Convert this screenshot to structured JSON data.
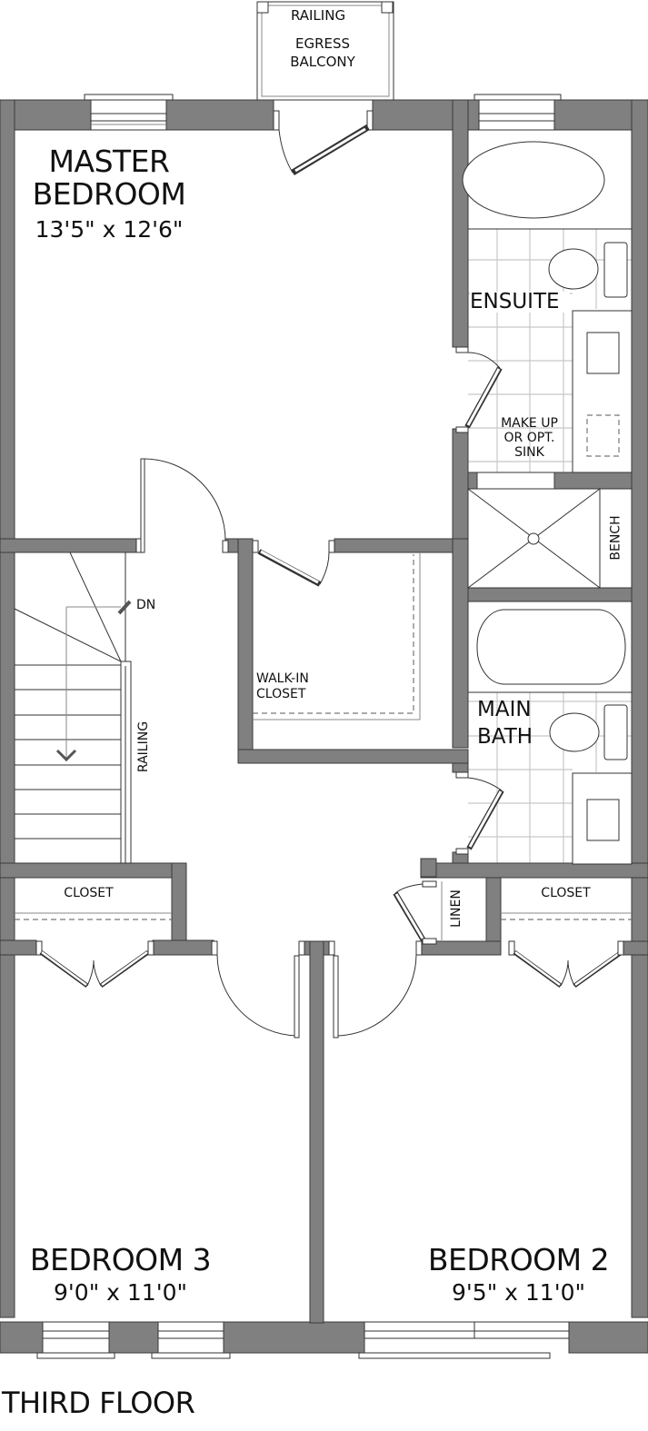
{
  "plan": {
    "title": "THIRD FLOOR",
    "wall_color": "#808080",
    "background": "#ffffff"
  },
  "rooms": {
    "master_bedroom": {
      "name_line1": "MASTER",
      "name_line2": "BEDROOM",
      "dimensions": "13'5\" x 12'6\""
    },
    "ensuite": {
      "name": "ENSUITE"
    },
    "makeup_sink": {
      "line1": "MAKE UP",
      "line2": "OR OPT.",
      "line3": "SINK"
    },
    "bench": {
      "name": "BENCH"
    },
    "main_bath": {
      "name_line1": "MAIN",
      "name_line2": "BATH"
    },
    "walk_in_closet": {
      "line1": "WALK-IN",
      "line2": "CLOSET"
    },
    "linen": {
      "name": "LINEN"
    },
    "closet_left": {
      "name": "CLOSET"
    },
    "closet_right": {
      "name": "CLOSET"
    },
    "bedroom_3": {
      "name": "BEDROOM 3",
      "dimensions": "9'0\" x 11'0\""
    },
    "bedroom_2": {
      "name": "BEDROOM 2",
      "dimensions": "9'5\" x 11'0\""
    }
  },
  "balcony": {
    "railing": "RAILING",
    "line1": "EGRESS",
    "line2": "BALCONY"
  },
  "stairs": {
    "direction": "DN",
    "railing": "RAILING"
  }
}
